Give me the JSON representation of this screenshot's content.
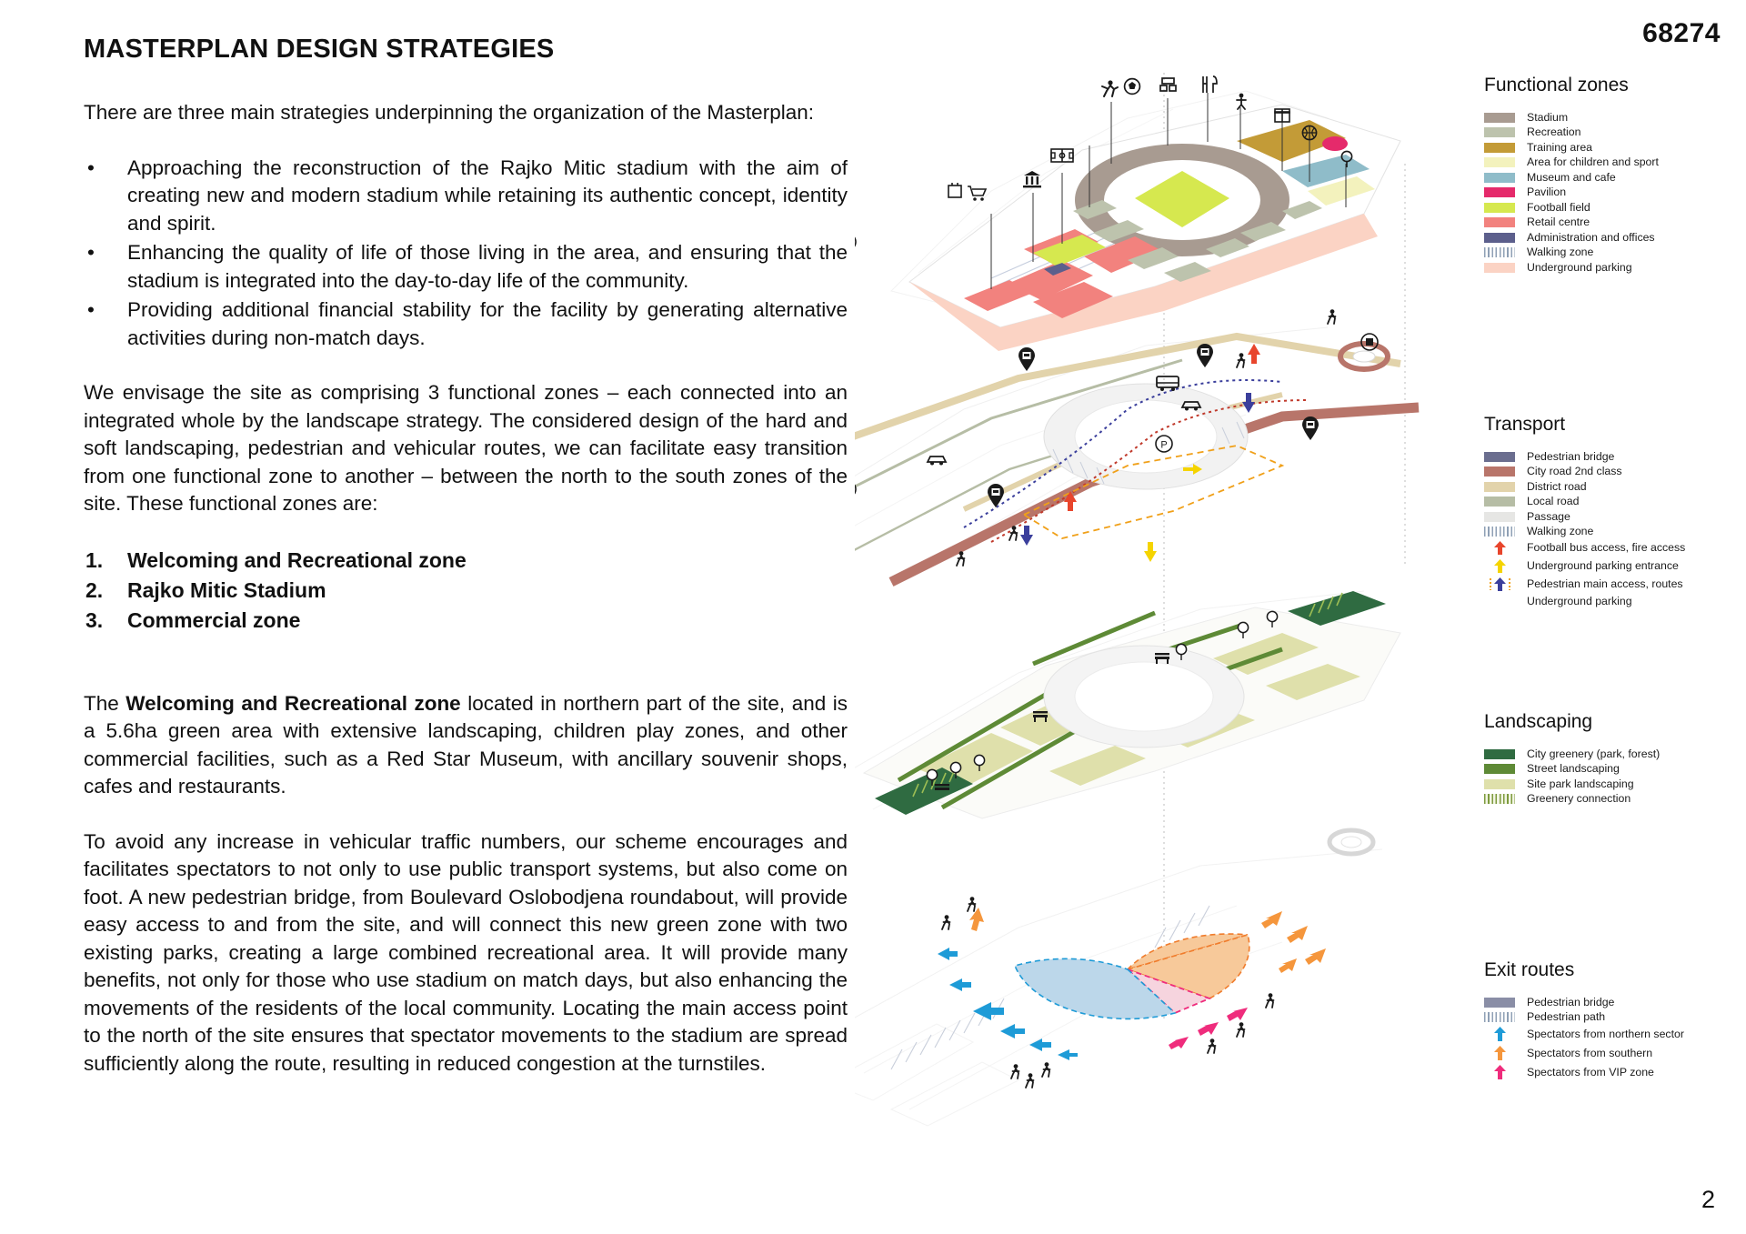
{
  "header": {
    "code": "68274"
  },
  "footer": {
    "page_number": "2"
  },
  "document": {
    "title": "MASTERPLAN DESIGN STRATEGIES",
    "intro": "There are three main strategies underpinning the organization of the Masterplan:",
    "bullets": [
      "Approaching the reconstruction of the Rajko Mitic stadium with the aim of creating new and modern stadium while retaining its authentic concept, identity and spirit.",
      "Enhancing the quality of life of those living in the area, and ensuring that the stadium is integrated into the day-to-day life of the community.",
      "Providing additional financial stability for the facility by generating alternative activities during non-match days."
    ],
    "paragraph_zones": "We envisage the site as comprising 3 functional zones – each connected into an integrated whole by the landscape strategy. The considered design of the hard and soft landscaping, pedestrian and vehicular routes, we can facilitate easy transition from one functional zone to another – between the north to the south zones of the site. These functional zones are:",
    "zone_list": [
      {
        "num": "1.",
        "label": "Welcoming and Recreational zone"
      },
      {
        "num": "2.",
        "label": "Rajko Mitic Stadium"
      },
      {
        "num": "3.",
        "label": "Commercial zone"
      }
    ],
    "paragraph_welcoming_lead": "The ",
    "paragraph_welcoming_bold": "Welcoming and Recreational zone",
    "paragraph_welcoming_rest": " located in northern part of the site, and is a 5.6ha green area with extensive landscaping, children play zones, and other commercial facilities, such as a Red Star Museum, with ancillary souvenir shops, cafes and restaurants.",
    "paragraph_traffic": "To avoid any increase in vehicular traffic numbers, our scheme encourages and facilitates spectators to not only to use public transport systems, but also come on foot. A new pedestrian bridge, from Boulevard Oslobodjena roundabout, will provide easy access to and from the site, and will connect this new green zone with two existing parks, creating a large combined recreational area. It will provide many benefits, not only for those who use stadium on match days, but also enhancing the movements of the residents of the local community. Locating the main access point to the north of the site ensures that spectator movements to the stadium are spread sufficiently along the route, resulting in reduced congestion at the turnstiles."
  },
  "legends": {
    "functional_zones": {
      "title": "Functional zones",
      "items": [
        {
          "label": "Stadium",
          "color": "#a89b91",
          "style": "solid"
        },
        {
          "label": "Recreation",
          "color": "#bdc3ad",
          "style": "solid"
        },
        {
          "label": "Training area",
          "color": "#c39b37",
          "style": "solid"
        },
        {
          "label": "Area for children and sport",
          "color": "#f3f2bd",
          "style": "solid"
        },
        {
          "label": "Museum and cafe",
          "color": "#8fbcc9",
          "style": "solid"
        },
        {
          "label": "Pavilion",
          "color": "#e52a6b",
          "style": "solid"
        },
        {
          "label": "Football field",
          "color": "#d6e84f",
          "style": "solid"
        },
        {
          "label": "Retail centre",
          "color": "#f2827e",
          "style": "solid"
        },
        {
          "label": "Administration and offices",
          "color": "#5c5f8c",
          "style": "solid"
        },
        {
          "label": "Walking zone",
          "color": "#8fa0b5",
          "style": "hatch-grey"
        },
        {
          "label": "Underground parking",
          "color": "#fbd3c4",
          "style": "solid"
        }
      ]
    },
    "transport": {
      "title": "Transport",
      "items": [
        {
          "label": "Pedestrian bridge",
          "color": "#6b6e8f",
          "style": "solid"
        },
        {
          "label": "City road 2nd class",
          "color": "#b8756a",
          "style": "solid"
        },
        {
          "label": "District road",
          "color": "#e2d3ab",
          "style": "solid"
        },
        {
          "label": "Local road",
          "color": "#b6bda5",
          "style": "solid"
        },
        {
          "label": "Passage",
          "color": "#e6e6e4",
          "style": "solid"
        },
        {
          "label": "Walking zone",
          "color": "#8fa0b5",
          "style": "hatch-grey"
        },
        {
          "label": "Football bus access, fire access",
          "color": "#e8452c",
          "style": "arrow"
        },
        {
          "label": "Underground parking entrance",
          "color": "#f5d400",
          "style": "arrow"
        },
        {
          "label": "Pedestrian main access, routes",
          "color": "#3b3f9c",
          "style": "arrow-dotted"
        },
        {
          "label": "Underground parking",
          "color": "#f0a019",
          "style": "dashbox"
        }
      ]
    },
    "landscaping": {
      "title": "Landscaping",
      "items": [
        {
          "label": "City greenery (park, forest)",
          "color": "#2f6b41",
          "style": "solid"
        },
        {
          "label": "Street landscaping",
          "color": "#5e8a36",
          "style": "solid"
        },
        {
          "label": "Site park landscaping",
          "color": "#dfe0ab",
          "style": "solid"
        },
        {
          "label": "Greenery connection",
          "color": "#7d9a3e",
          "style": "hatch-green"
        }
      ]
    },
    "exit_routes": {
      "title": "Exit routes",
      "items": [
        {
          "label": "Pedestrian bridge",
          "color": "#8a8ea6",
          "style": "solid"
        },
        {
          "label": "Pedestrian path",
          "color": "#aeb7c4",
          "style": "hatch-grey"
        },
        {
          "label": "Spectators from northern sector",
          "color": "#1e9bd7",
          "style": "arrow"
        },
        {
          "label": "Spectators from southern",
          "color": "#f5963c",
          "style": "arrow"
        },
        {
          "label": "Spectators from VIP zone",
          "color": "#ef2c7c",
          "style": "arrow"
        }
      ]
    }
  },
  "diagram": {
    "layers": [
      {
        "name": "functional-zones-layer"
      },
      {
        "name": "transport-layer"
      },
      {
        "name": "landscaping-layer"
      },
      {
        "name": "exit-routes-layer"
      }
    ]
  }
}
